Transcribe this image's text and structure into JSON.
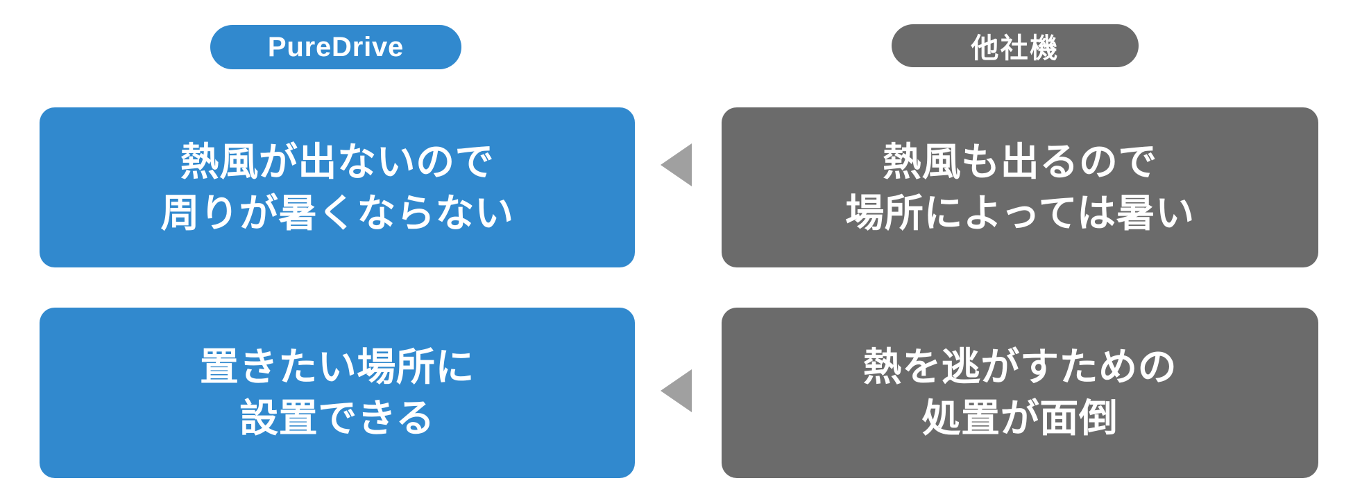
{
  "diagram": {
    "type": "comparison",
    "columns": [
      {
        "id": "puredrive",
        "side": "left",
        "header_label": "PureDrive",
        "accent_color": "#3189ce",
        "text_color": "#ffffff",
        "cards": [
          {
            "id": "no-hot-air",
            "lines": [
              "熱風が出ないので",
              "周りが暑くならない"
            ]
          },
          {
            "id": "flexible-placement",
            "lines": [
              "置きたい場所に",
              "設置できる"
            ]
          }
        ]
      },
      {
        "id": "other-brands",
        "side": "right",
        "header_label": "他社機",
        "accent_color": "#6b6b6b",
        "text_color": "#ffffff",
        "cards": [
          {
            "id": "hot-air-emitted",
            "lines": [
              "熱風も出るので",
              "場所によっては暑い"
            ]
          },
          {
            "id": "heat-handling-hassle",
            "lines": [
              "熱を逃がすための",
              "処置が面倒"
            ]
          }
        ]
      }
    ],
    "arrows": [
      {
        "id": "arrow-row-1",
        "direction": "left",
        "color": "#a0a0a0",
        "icon": "triangle-left-icon"
      },
      {
        "id": "arrow-row-2",
        "direction": "left",
        "color": "#a0a0a0",
        "icon": "triangle-left-icon"
      }
    ],
    "background_color": "#ffffff"
  }
}
